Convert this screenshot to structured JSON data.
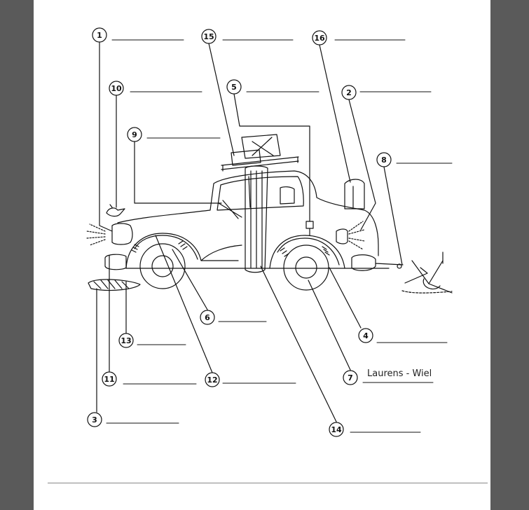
{
  "labels": [
    {
      "number": "1",
      "answer": ""
    },
    {
      "number": "2",
      "answer": ""
    },
    {
      "number": "3",
      "answer": ""
    },
    {
      "number": "4",
      "answer": ""
    },
    {
      "number": "5",
      "answer": ""
    },
    {
      "number": "6",
      "answer": ""
    },
    {
      "number": "7",
      "answer": "Laurens - Wiel"
    },
    {
      "number": "8",
      "answer": ""
    },
    {
      "number": "9",
      "answer": ""
    },
    {
      "number": "10",
      "answer": ""
    },
    {
      "number": "11",
      "answer": ""
    },
    {
      "number": "12",
      "answer": ""
    },
    {
      "number": "13",
      "answer": ""
    },
    {
      "number": "14",
      "answer": ""
    },
    {
      "number": "15",
      "answer": ""
    },
    {
      "number": "16",
      "answer": ""
    }
  ]
}
